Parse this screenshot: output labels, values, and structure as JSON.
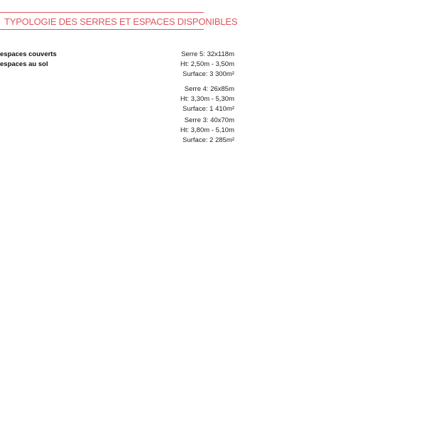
{
  "title": "TYPOLOGIE DES SERRES ET ESPACES DISPONIBLES",
  "legend": [
    {
      "label": "espaces couverts",
      "color": "#4a6aa8"
    },
    {
      "label": "espaces au sol",
      "color": "#e0555d"
    }
  ],
  "serres": [
    {
      "name": "Serre 5: 32x118m",
      "height": "Ht: 2,50m - 3,50m",
      "surface": "Surface: 3 300m²",
      "color": "#e0555d"
    },
    {
      "name": "Serre 4: 26x85m",
      "height": "Ht: 3,30m - 5,30m",
      "surface": "Surface: 1 410m²",
      "color": "#4a6aa8"
    },
    {
      "name": "Serre 3: 40x70m",
      "height": "Ht: 3,80m - 5,10m",
      "surface": "Surface: 2 285m²",
      "color": "#4a6aa8"
    }
  ]
}
